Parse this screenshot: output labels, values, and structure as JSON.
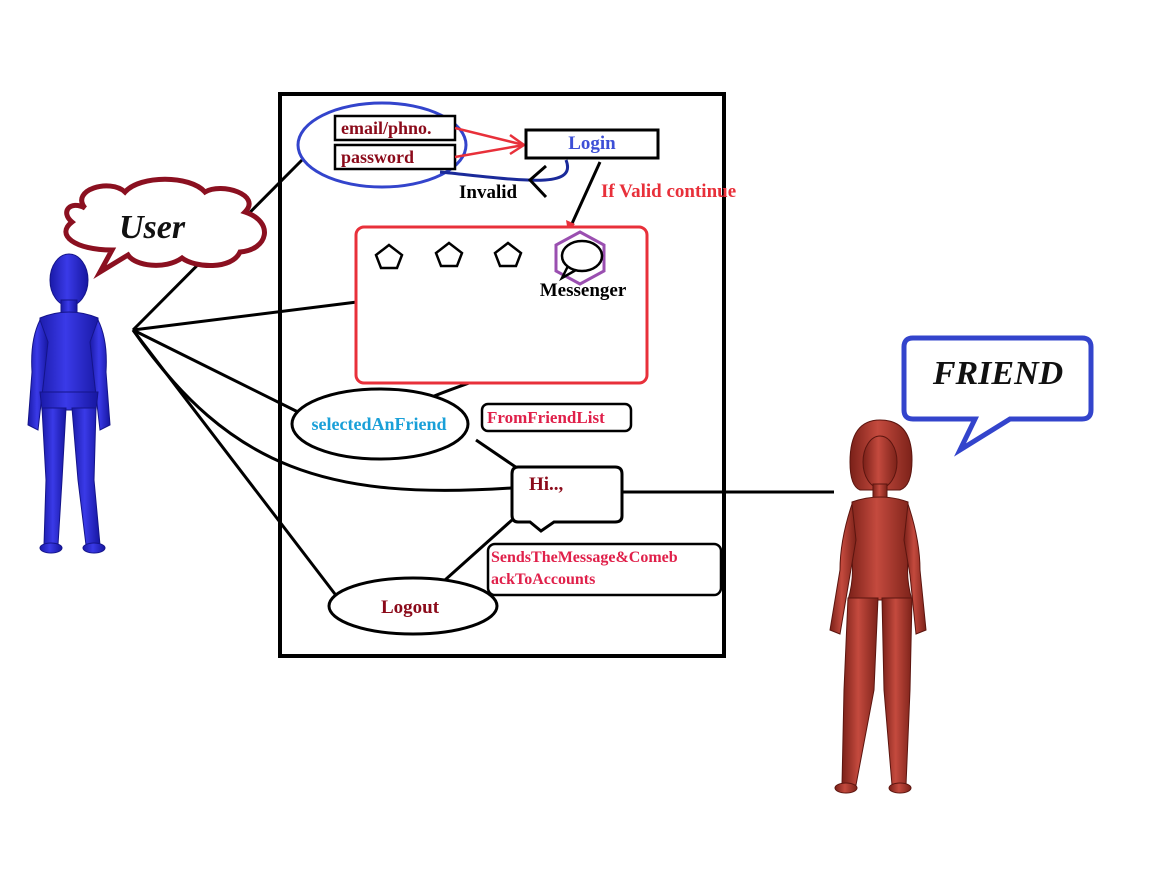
{
  "actors": {
    "user": {
      "label": "User"
    },
    "friend": {
      "label": "FRIEND"
    }
  },
  "login_form": {
    "email_label": "email/phno.",
    "password_label": "password",
    "login_label": "Login",
    "invalid_label": "Invalid",
    "valid_label": "If Valid continue"
  },
  "app_screen": {
    "messenger_label": "Messenger"
  },
  "use_cases": {
    "select_friend": "selectedAnFriend",
    "from_friend_list": "FromFriendList",
    "message": "Hi..,",
    "sends_line1": "SendsTheMessage&Comeb",
    "sends_line2": "ackToAccounts",
    "logout": "Logout"
  },
  "colors": {
    "user_blue": "#2b2bd0",
    "friend_red": "#b03a30",
    "dark_red": "#8b0a1a",
    "arrow_red": "#e8303a",
    "login_blue": "#3d4fd6",
    "cyan_text": "#1aa0d8",
    "magenta_text": "#e0204a",
    "purple_hex": "#9a4fb0"
  }
}
